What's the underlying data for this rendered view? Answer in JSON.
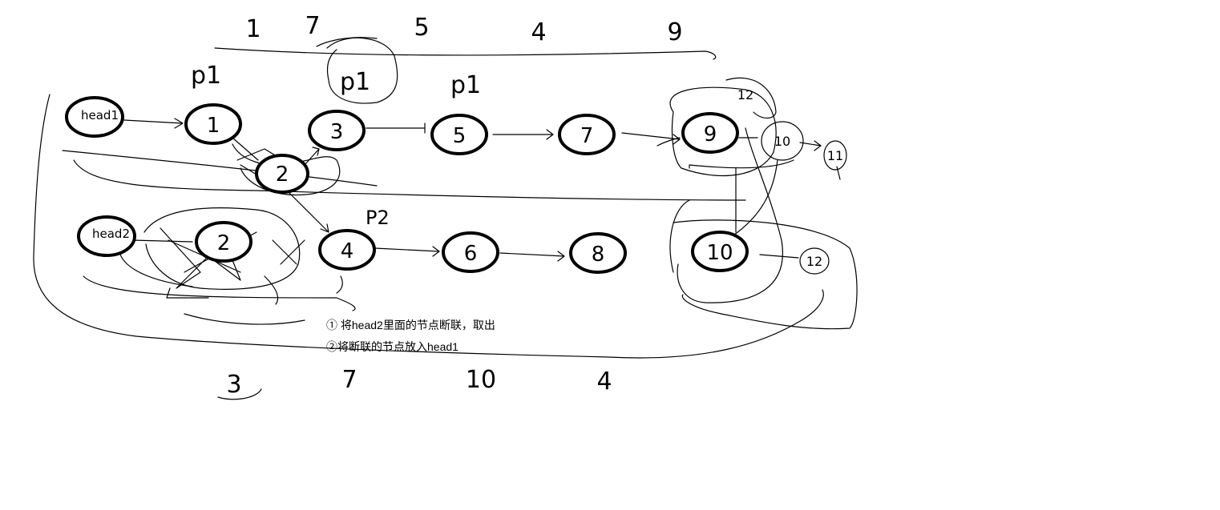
{
  "top_numbers": [
    "1",
    "7",
    "5",
    "4",
    "9"
  ],
  "bottom_numbers": [
    "3",
    "7",
    "10",
    "4"
  ],
  "pointer_labels": {
    "p1": "p1",
    "p2": "P2"
  },
  "list1": {
    "head": "head1",
    "nodes": [
      "1",
      "3",
      "5",
      "7",
      "9"
    ],
    "extra": [
      "2",
      "10",
      "11"
    ]
  },
  "list2": {
    "head": "head2",
    "nodes": [
      "2",
      "4",
      "6",
      "8",
      "10"
    ],
    "extra": [
      "12"
    ]
  },
  "small_labels": {
    "twelve": "12"
  },
  "notes": [
    "① 将head2里面的节点断联，取出",
    "②将断联的节点放入head1"
  ]
}
